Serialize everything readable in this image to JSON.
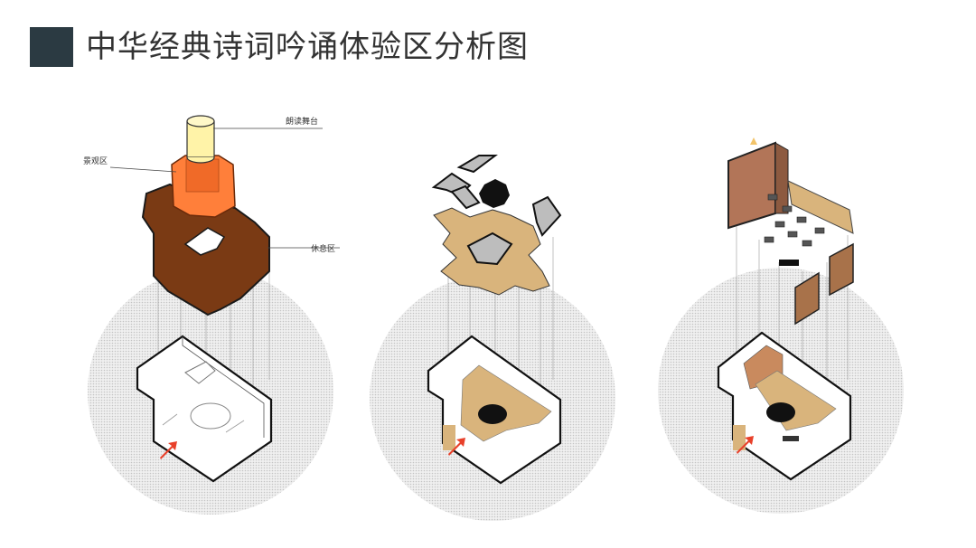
{
  "page": {
    "title": "中华经典诗词吟诵体验区分析图"
  },
  "diagram1": {
    "labels": {
      "stage": "朗读舞台",
      "landscape": "景观区",
      "rest": "休息区"
    }
  },
  "colors": {
    "title_block": "#2b3a42",
    "stage_yellow": "#fff3a8",
    "landscape_orange": "#ff7f3a",
    "rest_brown": "#7a3a14",
    "wood_tan": "#d9b47c",
    "arrow_red": "#e8402a"
  }
}
